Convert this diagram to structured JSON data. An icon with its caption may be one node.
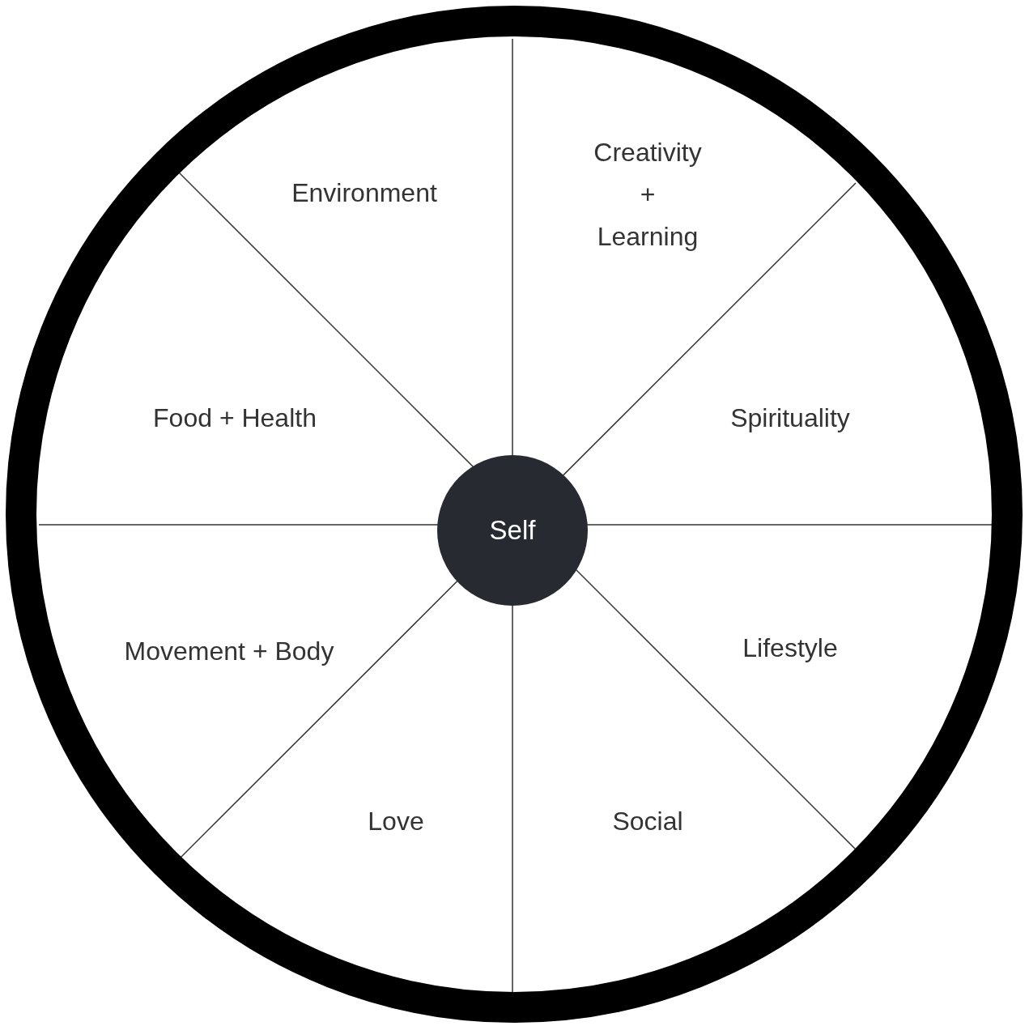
{
  "diagram": {
    "nodes": [
      {
        "text": [],
        "shape": "circle"
      },
      {
        "text": [
          "Self"
        ],
        "in": 0
      }
    ],
    "labels": [
      "Environment",
      "Creativity + Learning",
      "Food + Health",
      "Spirituality",
      "Movement + Body",
      "Lifestyle",
      "Love",
      "Social"
    ]
  }
}
